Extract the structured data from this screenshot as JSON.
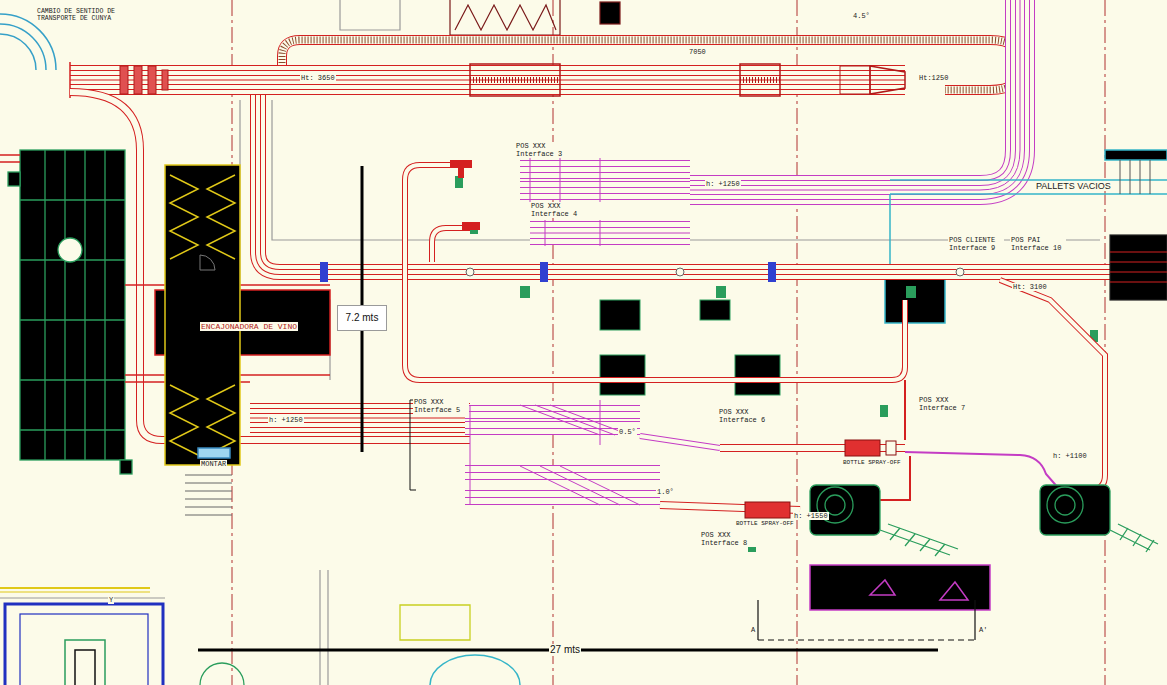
{
  "diagram": {
    "labels": [
      "CAMBIO DE SENTIDO DE TRANSPORTE DE CUNYA",
      "Ht: 3650",
      "4.5°",
      "7050",
      "Ht:1250",
      "POS XXX Interface 3",
      "h: +1250",
      "POS XXX Interface 4",
      "PALLETS VACIOS",
      "POS CLIENTE Interface 9",
      "POS PAI Interface 10",
      "Ht: 3100",
      "7.2 mts",
      "ENCAJONADORA DE VINO",
      "h: +1250",
      "POS XXX Interface 5",
      "POS XXX Interface 6",
      "POS XXX Interface 7",
      "0.5°",
      "BOTTLE SPRAY-OFF",
      "h: +1550",
      "1.0°",
      "BOTTLE SPRAY-OFF",
      "POS XXX Interface 8",
      "h: +1100",
      "MONTAR",
      "A",
      "A'",
      "27 mts",
      "Y"
    ]
  }
}
